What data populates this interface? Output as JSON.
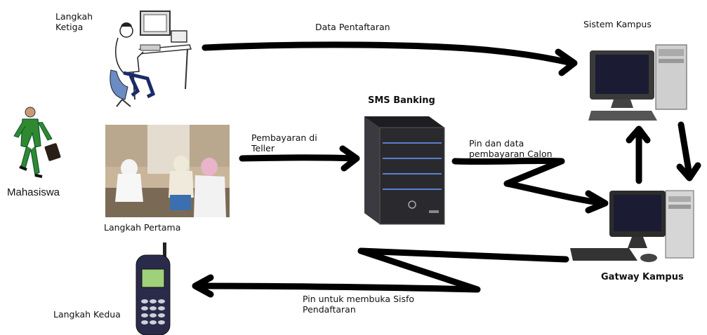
{
  "labels": {
    "step_three": "Langkah\nKetiga",
    "registration_data": "Data Pentaftaran",
    "campus_system": "Sistem Kampus",
    "sms_banking": "SMS Banking",
    "payment_teller": "Pembayaran di\nTeller",
    "pin_payment_data": "Pin dan data\npembayaran Calon",
    "student": "Mahasiswa",
    "step_one": "Langkah Pertama",
    "campus_gateway": "Gatway Kampus",
    "pin_open_sisfo": "Pin untuk membuka Sisfo\nPendaftaran",
    "step_two": "Langkah Kedua"
  },
  "pictures": {
    "student": "walking-businessman",
    "computer_user": "person-at-computer-desk",
    "teller": "bank-teller-photo",
    "server": "hp-server-tower",
    "campus_pc": "desktop-pc-with-tower",
    "gateway_pc": "desktop-pc-with-tower",
    "phone": "nokia-mobile-phone"
  },
  "colors": {
    "arrow": "#000000",
    "server": "#2a2a2e",
    "monitor": "#1b1b33"
  }
}
